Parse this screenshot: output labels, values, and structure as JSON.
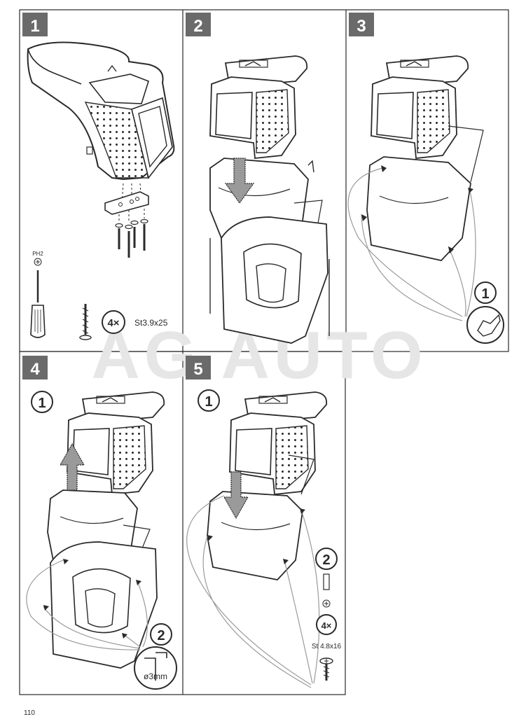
{
  "watermark": "AG AUTO",
  "colors": {
    "line": "#2a2a2a",
    "step_badge": "#6a6a6a",
    "watermark": "#e6e6e6",
    "guide_line": "#9a9a9a",
    "arrow_fill": "#9a9a9a"
  },
  "steps": [
    {
      "number": "1",
      "screwdriver_label": "PH2",
      "screw_count": "4×",
      "screw_spec": "St3.9x25"
    },
    {
      "number": "2"
    },
    {
      "number": "3",
      "substep": "1",
      "icon": "finger-press-icon"
    },
    {
      "number": "4",
      "substep_1": "1",
      "substep_2": "2",
      "drill_label": "ø3mm",
      "icon": "drill-hole-icon"
    },
    {
      "number": "5",
      "substep_1": "1",
      "substep_2": "2",
      "screw_count": "4×",
      "screw_spec": "St 4.8x16"
    }
  ],
  "page_number": "110"
}
